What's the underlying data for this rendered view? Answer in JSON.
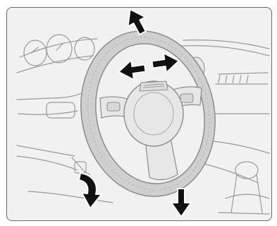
{
  "illustration": {
    "subject": "steering-wheel-adjustment",
    "colors": {
      "background": "#f1f1f1",
      "frame": "#6a6a6a",
      "line": "#9a9a9a",
      "wheel_fill": "#cfcfcf",
      "wheel_stroke": "#8c8c8c",
      "hub_fill": "#e7e7e7",
      "arrow_fill": "#111111",
      "arrow_stroke": "#ffffff"
    },
    "arrows": [
      {
        "name": "arrow-up-icon",
        "direction": "up"
      },
      {
        "name": "arrow-down-icon",
        "direction": "down"
      },
      {
        "name": "arrow-left-icon",
        "direction": "left"
      },
      {
        "name": "arrow-right-icon",
        "direction": "right"
      },
      {
        "name": "lever-release-arrow-icon",
        "direction": "down"
      }
    ]
  }
}
